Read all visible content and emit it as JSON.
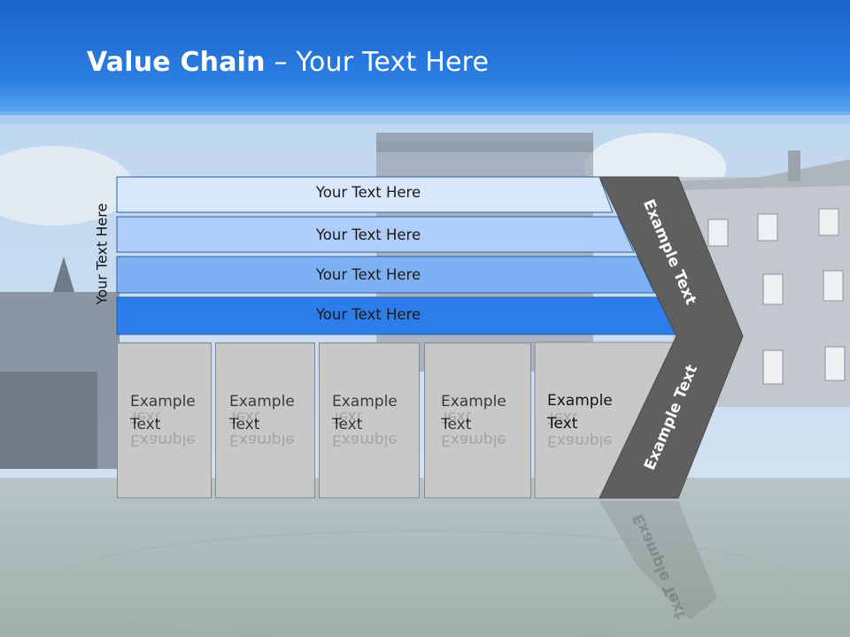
{
  "slide": {
    "title_bold": "Value Chain",
    "title_rest": "– Your Text Here",
    "side_label": "Your Text Here"
  },
  "layers": [
    {
      "label": "Your Text Here",
      "color": "#d9e7fb"
    },
    {
      "label": "Your Text Here",
      "color": "#aecdf8"
    },
    {
      "label": "Your Text Here",
      "color": "#7eb1f3"
    },
    {
      "label": "Your Text Here",
      "color": "#2c7de9"
    }
  ],
  "boxes": [
    {
      "line1": "Example",
      "line2": "Text"
    },
    {
      "line1": "Example",
      "line2": "Text"
    },
    {
      "line1": "Example",
      "line2": "Text"
    },
    {
      "line1": "Example",
      "line2": "Text"
    },
    {
      "line1": "Example",
      "line2": "Text"
    }
  ],
  "arrow": {
    "upper_label": "Example Text",
    "lower_label": "Example Text",
    "color": "#5f5f5f"
  },
  "colors": {
    "header_blue": "#1565d0",
    "box_gray": "#c8c8c8"
  }
}
